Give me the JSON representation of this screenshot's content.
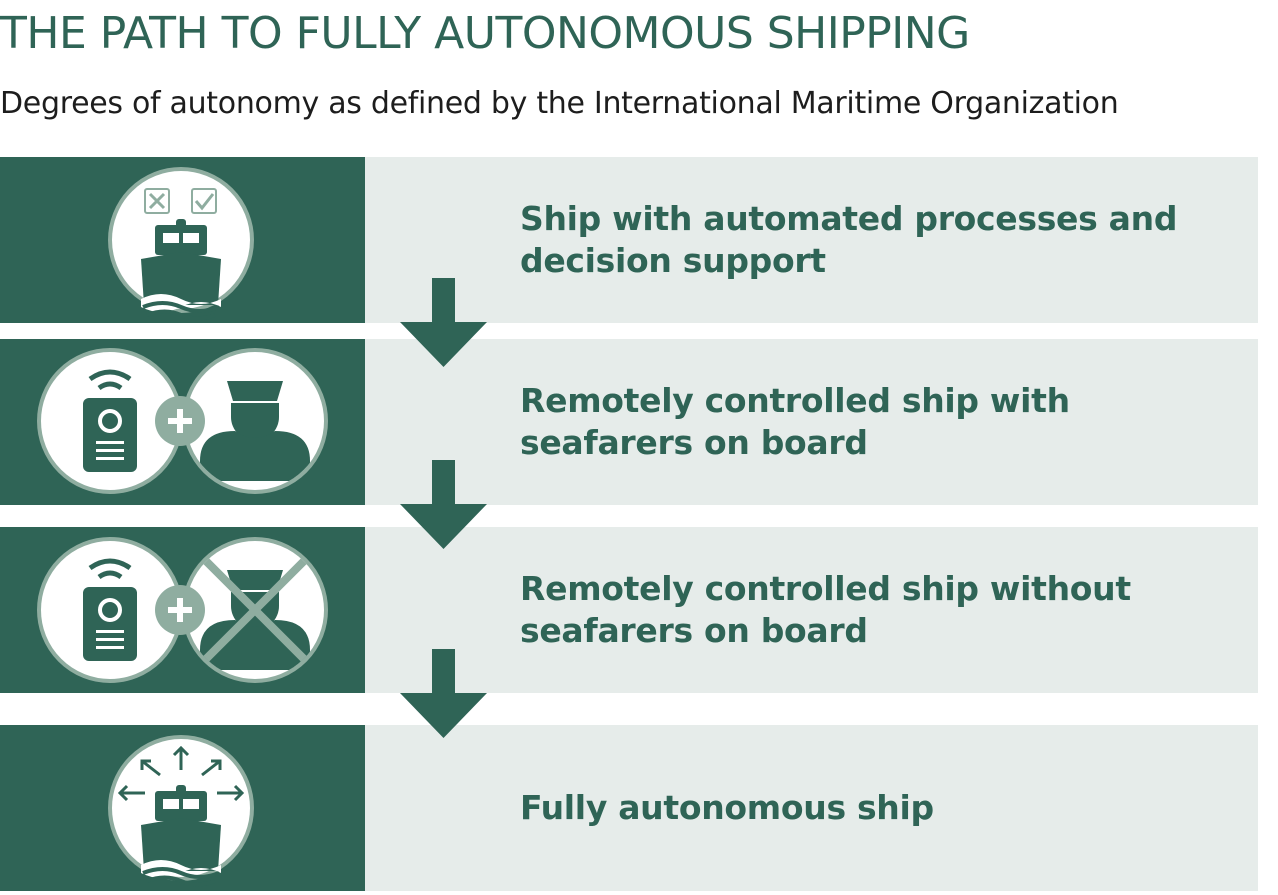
{
  "title": "THE PATH TO FULLY AUTONOMOUS SHIPPING",
  "subtitle": "Degrees of autonomy as defined by the International Maritime Organization",
  "colors": {
    "dark": "#2f6456",
    "light": "#e6ecea",
    "accent": "#8fada0"
  },
  "steps": [
    {
      "label": "Ship with automated processes and decision support",
      "icon": "ship-checklist-icon"
    },
    {
      "label": "Remotely controlled ship with seafarers on board",
      "icon": "remote-plus-captain-icon"
    },
    {
      "label": "Remotely controlled ship without seafarers on board",
      "icon": "remote-plus-no-captain-icon"
    },
    {
      "label": "Fully autonomous ship",
      "icon": "autonomous-ship-icon"
    }
  ]
}
